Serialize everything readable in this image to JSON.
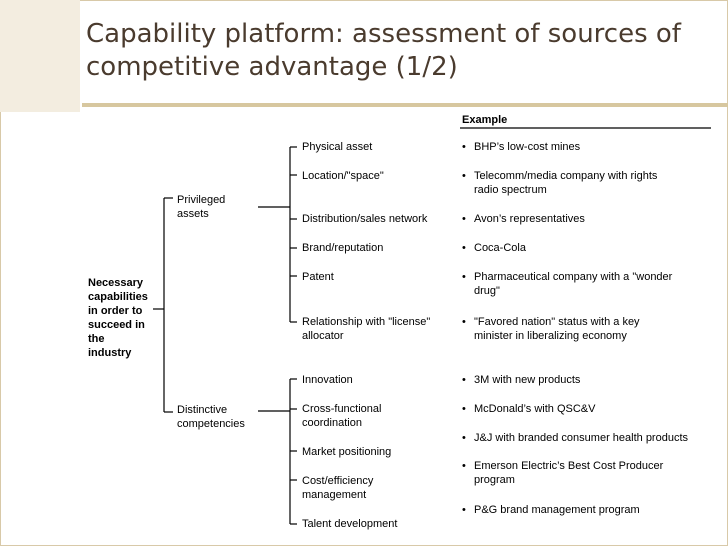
{
  "title_line1": "Capability platform:  assessment of sources of",
  "title_line2": "competitive advantage (1/2)",
  "example_header": "Example",
  "root_label": [
    "Necessary",
    "capabilities",
    "in order to",
    "succeed in",
    "the",
    "industry"
  ],
  "groups": {
    "privileged": {
      "label": [
        "Privileged",
        "assets"
      ]
    },
    "distinctive": {
      "label": [
        "Distinctive",
        "competencies"
      ]
    }
  },
  "assets": [
    [
      "Physical asset"
    ],
    [
      "Location/\"space\""
    ],
    [
      "Distribution/sales network"
    ],
    [
      "Brand/reputation"
    ],
    [
      "Patent"
    ],
    [
      "Relationship with \"license\"",
      "allocator"
    ]
  ],
  "competencies": [
    [
      "Innovation"
    ],
    [
      "Cross-functional",
      "coordination"
    ],
    [
      "Market positioning"
    ],
    [
      "Cost/efficiency",
      "management"
    ],
    [
      "Talent development"
    ]
  ],
  "bullet_glyph": "•",
  "examples": [
    [
      "BHP’s low-cost mines"
    ],
    [
      "Telecomm/media company with rights",
      "radio spectrum"
    ],
    [
      "Avon’s representatives"
    ],
    [
      "Coca-Cola"
    ],
    [
      "Pharmaceutical company with a \"wonder",
      "drug\""
    ],
    [
      "\"Favored nation\" status with a key",
      "minister in liberalizing economy"
    ],
    [
      "3M with new products"
    ],
    [
      "McDonald’s with QSC&V"
    ],
    [
      "J&J with branded consumer health products"
    ],
    [
      "Emerson Electric’s Best Cost Producer",
      "program"
    ],
    [
      "P&G brand management program"
    ]
  ]
}
